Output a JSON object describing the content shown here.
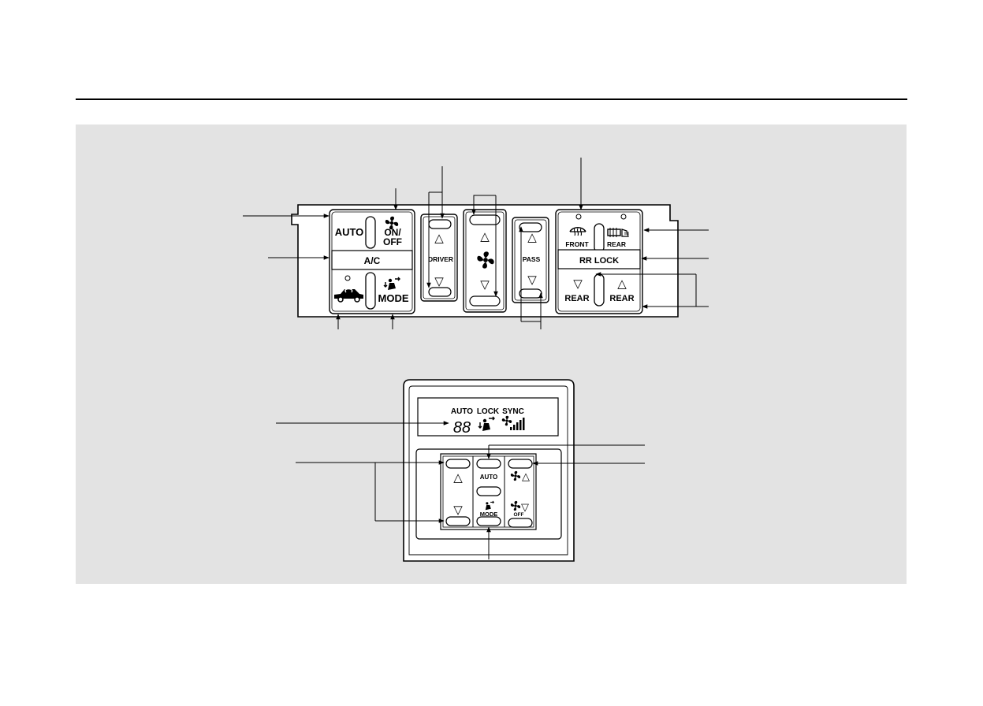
{
  "front_panel": {
    "auto": "AUTO",
    "fan_on": "ON/",
    "fan_off": "OFF",
    "ac": "A/C",
    "mode": "MODE",
    "driver": "DRIVER",
    "pass": "PASS",
    "front": "FRONT",
    "rear": "REAR",
    "rr_lock": "RR LOCK",
    "rear_down": "REAR",
    "rear_up": "REAR"
  },
  "rear_panel": {
    "display": {
      "auto": "AUTO",
      "lock": "LOCK",
      "sync": "SYNC",
      "digits": "88"
    },
    "auto": "AUTO",
    "mode": "MODE",
    "off": "OFF"
  },
  "glyphs": {
    "up": "△",
    "down": "▽"
  }
}
